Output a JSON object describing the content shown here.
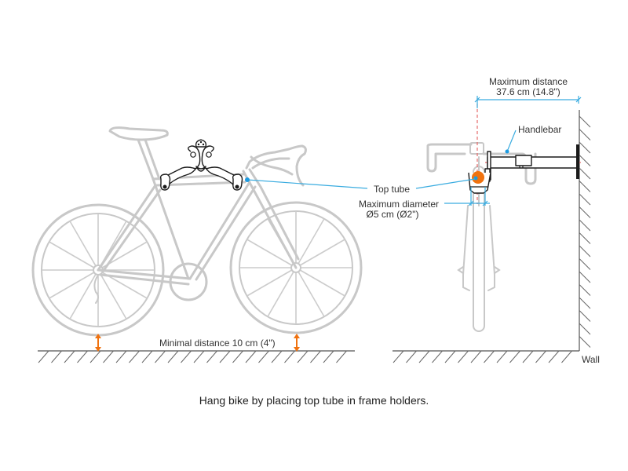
{
  "colors": {
    "accent_orange": "#f0720f",
    "leader_blue": "#3aace0",
    "bike_gray": "#c8c8c8",
    "centerline_red": "#e56a6a"
  },
  "labels": {
    "max_distance_title": "Maximum distance",
    "max_distance_value": "37.6 cm (14.8\")",
    "handlebar": "Handlebar",
    "top_tube": "Top tube",
    "max_diameter_title": "Maximum diameter",
    "max_diameter_value": "Ø5 cm (Ø2\")",
    "min_distance": "Minimal distance 10 cm (4\")",
    "wall": "Wall"
  },
  "caption": "Hang bike by placing top tube in frame holders."
}
